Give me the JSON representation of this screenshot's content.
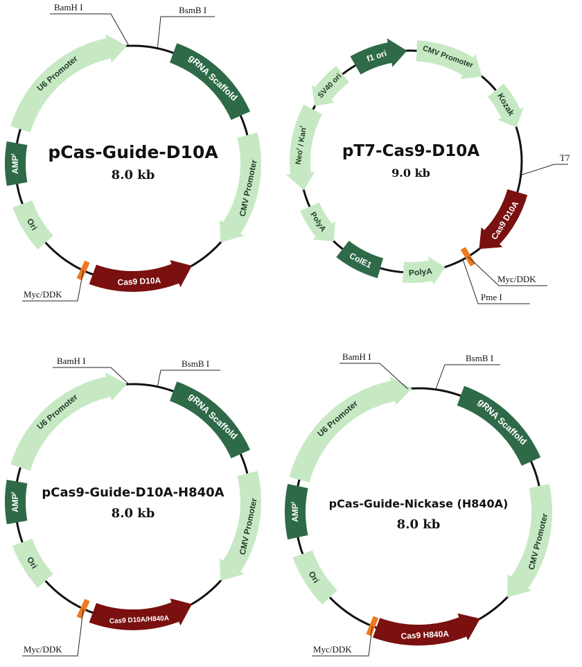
{
  "colors": {
    "light_green": "#c6e9c3",
    "dark_green": "#2f6a48",
    "dark_red": "#7a1010",
    "orange": "#f07820",
    "backbone": "#111111"
  },
  "plasmids": [
    {
      "id": "pcas-guide-d10a",
      "name": "pCas-Guide-D10A",
      "size": "8.0 kb",
      "features": [
        {
          "label": "U6 Promoter",
          "color": "light"
        },
        {
          "label": "gRNA Scaffold",
          "color": "dark"
        },
        {
          "label": "CMV Promoter",
          "color": "light"
        },
        {
          "label": "Cas9 D10A",
          "color": "red"
        },
        {
          "label": "Ori",
          "color": "light"
        },
        {
          "label": "AMP",
          "sup": "r",
          "color": "dark"
        }
      ],
      "sites": [
        {
          "label": "BamH I"
        },
        {
          "label": "BsmB I"
        },
        {
          "label": "Myc/DDK"
        }
      ]
    },
    {
      "id": "pt7-cas9-d10a",
      "name": "pT7-Cas9-D10A",
      "size": "9.0 kb",
      "features": [
        {
          "label": "f1 ori",
          "color": "dark"
        },
        {
          "label": "CMV Promoter",
          "color": "light"
        },
        {
          "label": "Kozak",
          "color": "light"
        },
        {
          "label": "Cas9 D10A",
          "color": "red"
        },
        {
          "label": "PolyA",
          "color": "light"
        },
        {
          "label": "ColE1",
          "color": "dark"
        },
        {
          "label": "PolyA",
          "color": "light"
        },
        {
          "label": "Neo",
          "sup": "r",
          "label2": " / Kan",
          "sup2": "r",
          "color": "light"
        },
        {
          "label": "SV40 ori",
          "color": "light"
        }
      ],
      "sites": [
        {
          "label": "T7"
        },
        {
          "label": "Myc/DDK"
        },
        {
          "label": "Pme I"
        }
      ]
    },
    {
      "id": "pcas9-guide-d10a-h840a",
      "name": "pCas9-Guide-D10A-H840A",
      "size": "8.0 kb",
      "features": [
        {
          "label": "U6 Promoter",
          "color": "light"
        },
        {
          "label": "gRNA Scaffold",
          "color": "dark"
        },
        {
          "label": "CMV Promoter",
          "color": "light"
        },
        {
          "label": "Cas9 D10A/H840A",
          "color": "red"
        },
        {
          "label": "Ori",
          "color": "light"
        },
        {
          "label": "AMP",
          "sup": "r",
          "color": "dark"
        }
      ],
      "sites": [
        {
          "label": "BamH I"
        },
        {
          "label": "BsmB I"
        },
        {
          "label": "Myc/DDK"
        }
      ]
    },
    {
      "id": "pcas-guide-nickase-h840a",
      "name": "pCas-Guide-Nickase (H840A)",
      "size": "8.0 kb",
      "features": [
        {
          "label": "U6 Promoter",
          "color": "light"
        },
        {
          "label": "gRNA Scaffold",
          "color": "dark"
        },
        {
          "label": "CMV Promoter",
          "color": "light"
        },
        {
          "label": "Cas9 H840A",
          "color": "red"
        },
        {
          "label": "Ori",
          "color": "light"
        },
        {
          "label": "AMP",
          "sup": "r",
          "color": "dark"
        }
      ],
      "sites": [
        {
          "label": "BamH I"
        },
        {
          "label": "BsmB I"
        },
        {
          "label": "Myc/DDK"
        }
      ]
    }
  ]
}
